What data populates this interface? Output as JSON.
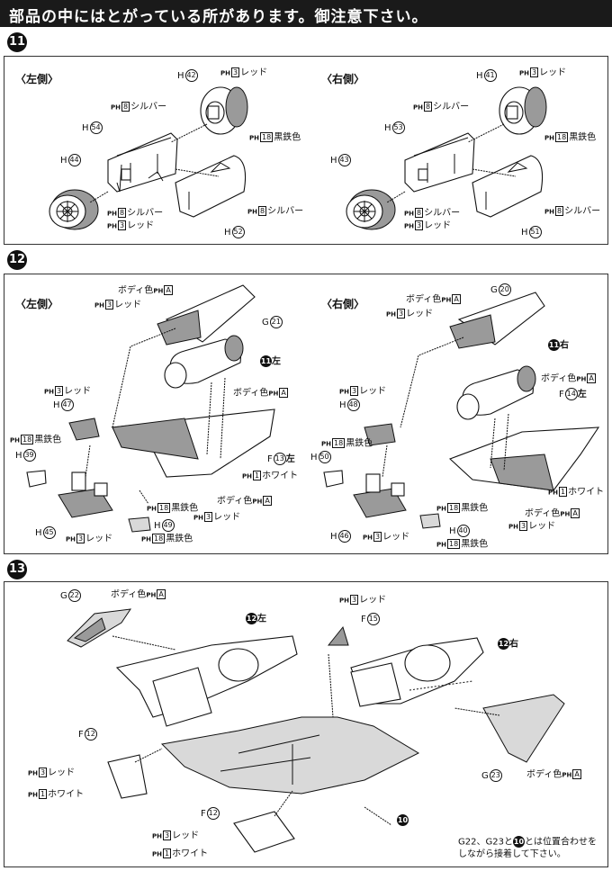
{
  "header": {
    "text": "部品の中にはとがっている所があります。御注意下さい。"
  },
  "steps": {
    "s11": "11",
    "s12": "12",
    "s13": "13"
  },
  "panel11": {
    "left": {
      "side": "〈左側〉",
      "h42": {
        "letter": "H",
        "num": "42"
      },
      "h42_red": {
        "pn": "PH",
        "code": "3",
        "name": "レッド"
      },
      "h42_iron": {
        "pn": "PH",
        "code": "18",
        "name": "黒鉄色"
      },
      "h54": {
        "letter": "H",
        "num": "54"
      },
      "h54_silver": {
        "pn": "PH",
        "code": "8",
        "name": "シルバー"
      },
      "h44": {
        "letter": "H",
        "num": "44"
      },
      "h44_silver": {
        "pn": "PH",
        "code": "8",
        "name": "シルバー"
      },
      "h44_red": {
        "pn": "PH",
        "code": "3",
        "name": "レッド"
      },
      "h52": {
        "letter": "H",
        "num": "52"
      },
      "h52_silver": {
        "pn": "PH",
        "code": "8",
        "name": "シルバー"
      }
    },
    "right": {
      "side": "〈右側〉",
      "h41": {
        "letter": "H",
        "num": "41"
      },
      "h41_red": {
        "pn": "PH",
        "code": "3",
        "name": "レッド"
      },
      "h41_iron": {
        "pn": "PH",
        "code": "18",
        "name": "黒鉄色"
      },
      "h53": {
        "letter": "H",
        "num": "53"
      },
      "h53_silver": {
        "pn": "PH",
        "code": "8",
        "name": "シルバー"
      },
      "h43": {
        "letter": "H",
        "num": "43"
      },
      "h43_silver": {
        "pn": "PH",
        "code": "8",
        "name": "シルバー"
      },
      "h43_red": {
        "pn": "PH",
        "code": "3",
        "name": "レッド"
      },
      "h51": {
        "letter": "H",
        "num": "51"
      },
      "h51_silver": {
        "pn": "PH",
        "code": "8",
        "name": "シルバー"
      }
    }
  },
  "panel12": {
    "left": {
      "side": "〈左側〉",
      "body": {
        "name": "ボディ色",
        "pn": "PH",
        "code": "A"
      },
      "red_top": {
        "pn": "PH",
        "code": "3",
        "name": "レッド"
      },
      "g21": {
        "letter": "G",
        "num": "21"
      },
      "ref11": {
        "num": "11",
        "side": "左"
      },
      "red_mid": {
        "pn": "PH",
        "code": "3",
        "name": "レッド"
      },
      "h47": {
        "letter": "H",
        "num": "47"
      },
      "body2": {
        "name": "ボディ色",
        "pn": "PH",
        "code": "A"
      },
      "iron1": {
        "pn": "PH",
        "code": "18",
        "name": "黒鉄色"
      },
      "h39": {
        "letter": "H",
        "num": "39"
      },
      "f13": {
        "letter": "F",
        "num": "13",
        "side": "左"
      },
      "white": {
        "pn": "PH",
        "code": "1",
        "name": "ホワイト"
      },
      "iron2": {
        "pn": "PH",
        "code": "18",
        "name": "黒鉄色"
      },
      "body3": {
        "name": "ボディ色",
        "pn": "PH",
        "code": "A"
      },
      "red_low": {
        "pn": "PH",
        "code": "3",
        "name": "レッド"
      },
      "h45": {
        "letter": "H",
        "num": "45"
      },
      "red_bot": {
        "pn": "PH",
        "code": "3",
        "name": "レッド"
      },
      "h49": {
        "letter": "H",
        "num": "49"
      },
      "iron3": {
        "pn": "PH",
        "code": "18",
        "name": "黒鉄色"
      }
    },
    "right": {
      "side": "〈右側〉",
      "body": {
        "name": "ボディ色",
        "pn": "PH",
        "code": "A"
      },
      "g20": {
        "letter": "G",
        "num": "20"
      },
      "red_top": {
        "pn": "PH",
        "code": "3",
        "name": "レッド"
      },
      "ref11": {
        "num": "11",
        "side": "右"
      },
      "body2": {
        "name": "ボディ色",
        "pn": "PH",
        "code": "A"
      },
      "f14": {
        "letter": "F",
        "num": "14",
        "side": "左"
      },
      "red_mid": {
        "pn": "PH",
        "code": "3",
        "name": "レッド"
      },
      "h48": {
        "letter": "H",
        "num": "48"
      },
      "iron1": {
        "pn": "PH",
        "code": "18",
        "name": "黒鉄色"
      },
      "h50": {
        "letter": "H",
        "num": "50"
      },
      "white": {
        "pn": "PH",
        "code": "1",
        "name": "ホワイト"
      },
      "iron2": {
        "pn": "PH",
        "code": "18",
        "name": "黒鉄色"
      },
      "body3": {
        "name": "ボディ色",
        "pn": "PH",
        "code": "A"
      },
      "red_low": {
        "pn": "PH",
        "code": "3",
        "name": "レッド"
      },
      "h46": {
        "letter": "H",
        "num": "46"
      },
      "red_bot": {
        "pn": "PH",
        "code": "3",
        "name": "レッド"
      },
      "h40": {
        "letter": "H",
        "num": "40"
      },
      "iron3": {
        "pn": "PH",
        "code": "18",
        "name": "黒鉄色"
      }
    }
  },
  "panel13": {
    "g22": {
      "letter": "G",
      "num": "22"
    },
    "body1": {
      "name": "ボディ色",
      "pn": "PH",
      "code": "A"
    },
    "ref12l": {
      "num": "12",
      "side": "左"
    },
    "red_a": {
      "pn": "PH",
      "code": "3",
      "name": "レッド"
    },
    "f15": {
      "letter": "F",
      "num": "15"
    },
    "ref12r": {
      "num": "12",
      "side": "右"
    },
    "f12a": {
      "letter": "F",
      "num": "12"
    },
    "red_b": {
      "pn": "PH",
      "code": "3",
      "name": "レッド"
    },
    "white_b": {
      "pn": "PH",
      "code": "1",
      "name": "ホワイト"
    },
    "g23": {
      "letter": "G",
      "num": "23"
    },
    "body2": {
      "name": "ボディ色",
      "pn": "PH",
      "code": "A"
    },
    "f12b": {
      "letter": "F",
      "num": "12"
    },
    "red_c": {
      "pn": "PH",
      "code": "3",
      "name": "レッド"
    },
    "white_c": {
      "pn": "PH",
      "code": "1",
      "name": "ホワイト"
    },
    "ref10": {
      "num": "10"
    },
    "note_line1": {
      "g22": "G22",
      "sep": "、",
      "g23": "G23",
      "and": "と",
      "ref": "10",
      "rest": "とは位置合わせを"
    },
    "note_line2": "しながら接着して下さい。"
  },
  "colors": {
    "ink": "#111111",
    "shade": "#9a9a9a",
    "light": "#d9d9d9"
  }
}
